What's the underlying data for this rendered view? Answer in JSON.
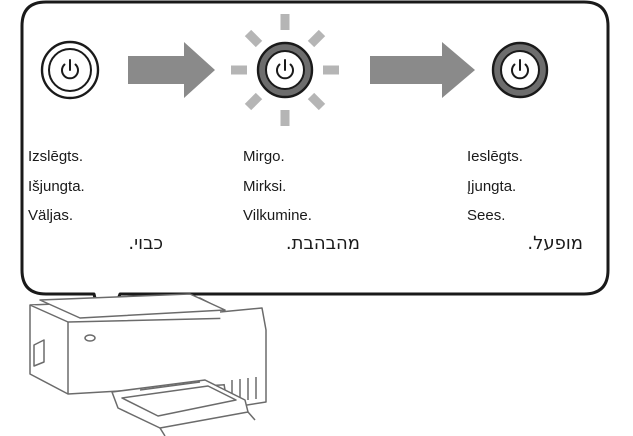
{
  "states": [
    {
      "id": "off",
      "lines": [
        "Izslēgts.",
        "Išjungta.",
        "Väljas."
      ],
      "hebrew": "כבוי."
    },
    {
      "id": "blinking",
      "lines": [
        "Mirgo.",
        "Mirksi.",
        "Vilkumine."
      ],
      "hebrew": "מהבהבת."
    },
    {
      "id": "on",
      "lines": [
        "Ieslēgts.",
        "Įjungta.",
        "Sees."
      ],
      "hebrew": "מופעל."
    }
  ],
  "icons": {
    "power": "power-symbol-icon",
    "arrow": "right-arrow-icon",
    "printer": "printer-icon"
  },
  "colors": {
    "outline": "#1a1a1a",
    "arrow": "#8a8a8a",
    "ring_active": "#6d6d6d",
    "rays": "#b5b5b5",
    "printer_line": "#6b6b6b"
  }
}
